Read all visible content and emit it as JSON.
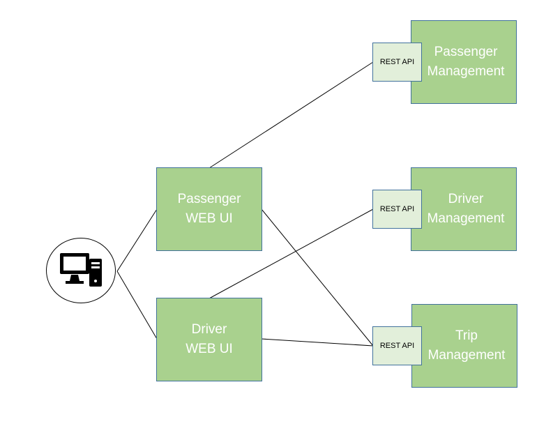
{
  "client": {
    "icon": "desktop-computer-icon"
  },
  "web_uis": [
    {
      "label": "Passenger\nWEB UI"
    },
    {
      "label": "Driver\nWEB UI"
    }
  ],
  "services": [
    {
      "label": "Passenger\nManagement",
      "api_label": "REST API"
    },
    {
      "label": "Driver\nManagement",
      "api_label": "REST API"
    },
    {
      "label": "Trip\nManagement",
      "api_label": "REST API"
    }
  ],
  "colors": {
    "box_fill": "#a9d18e",
    "box_border": "#41719c",
    "api_fill": "#e2efda",
    "connector": "#000000"
  }
}
